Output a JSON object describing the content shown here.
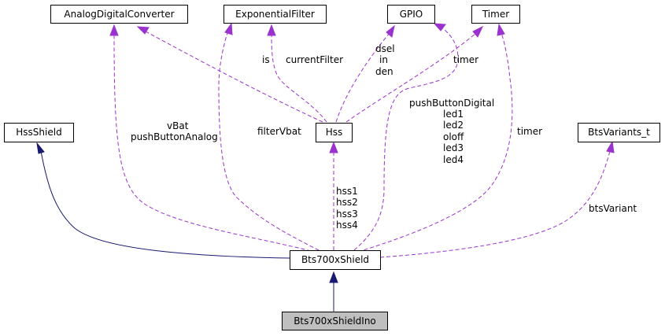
{
  "nodes": {
    "analog_digital_converter": "AnalogDigitalConverter",
    "exponential_filter": "ExponentialFilter",
    "gpio": "GPIO",
    "timer": "Timer",
    "hss_shield": "HssShield",
    "hss": "Hss",
    "bts_variants_t": "BtsVariants_t",
    "bts700x_shield": "Bts700xShield",
    "bts700x_shield_ino": "Bts700xShieldIno"
  },
  "edge_labels": {
    "is": "is",
    "current_filter": "currentFilter",
    "dsel": "dsel",
    "in": "in",
    "den": "den",
    "timer_hss": "timer",
    "push_button_digital": "pushButtonDigital",
    "led1": "led1",
    "led2": "led2",
    "oloff": "oloff",
    "led3": "led3",
    "led4": "led4",
    "timer_shield": "timer",
    "vbat": "vBat",
    "push_button_analog": "pushButtonAnalog",
    "filter_vbat": "filterVbat",
    "hss1": "hss1",
    "hss2": "hss2",
    "hss3": "hss3",
    "hss4": "hss4",
    "bts_variant": "btsVariant"
  },
  "colors": {
    "inheritance_edge": "#191970",
    "usage_edge": "#9a32cd",
    "highlight_node_fill": "#bfbfbf"
  }
}
